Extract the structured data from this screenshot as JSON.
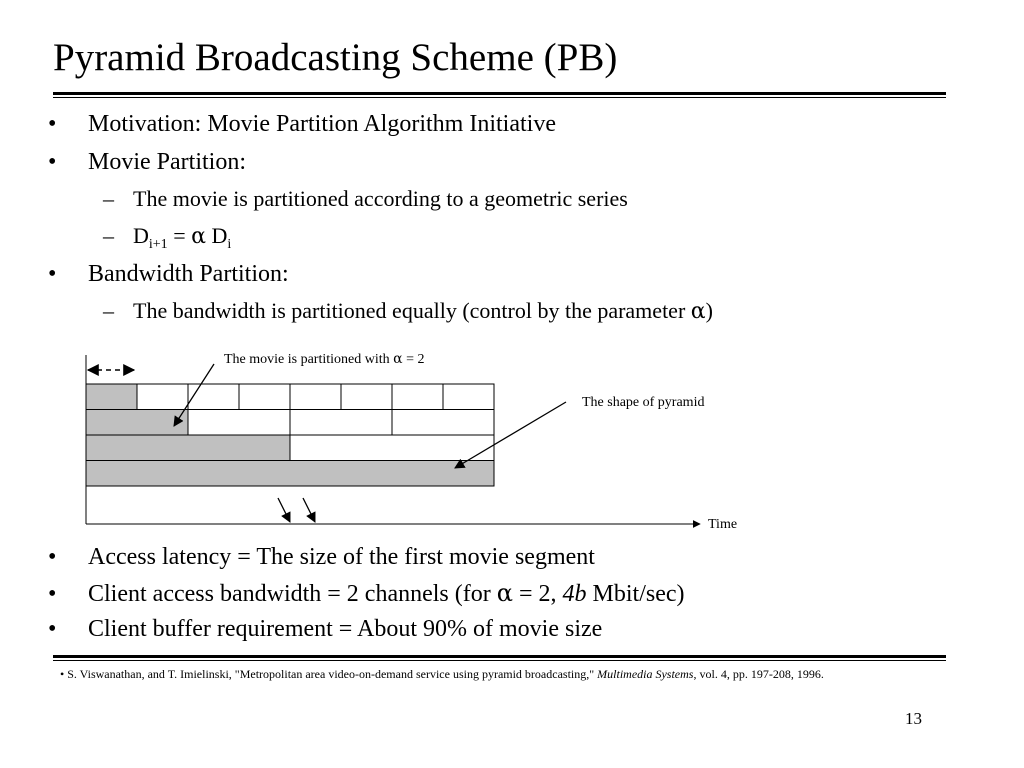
{
  "slide": {
    "title": "Pyramid Broadcasting Scheme (PB)",
    "page_number": "13"
  },
  "bullets": {
    "b1": {
      "marker": "•",
      "text": "Motivation: Movie Partition Algorithm Initiative"
    },
    "b2": {
      "marker": "•",
      "text": "Movie Partition:"
    },
    "b2_sub1": {
      "marker": "–",
      "text": "The movie is partitioned according to a geometric series"
    },
    "b2_sub2": {
      "marker": "–",
      "d": "D",
      "sub_i1": "i+1",
      "eq": " = ",
      "alpha": "α",
      "space": " ",
      "d2": "D",
      "sub_i": "i"
    },
    "b3": {
      "marker": "•",
      "text": "Bandwidth Partition:"
    },
    "b3_sub1": {
      "marker": "–",
      "text_before": "The bandwidth is partitioned equally (control by the parameter ",
      "alpha": "α",
      "text_after": ")"
    },
    "b4": {
      "marker": "•",
      "text": "Access latency = The size of the first movie segment"
    },
    "b5": {
      "marker": "•",
      "text_before": "Client access bandwidth = 2 channels (for ",
      "alpha": "α",
      "mid": " = 2, ",
      "italic": "4b",
      "text_after": " Mbit/sec)"
    },
    "b6": {
      "marker": "•",
      "text": "Client buffer requirement = About 90% of movie size"
    }
  },
  "diagram": {
    "label_partition_before": "The movie is partitioned with ",
    "label_partition_alpha": "α",
    "label_partition_after": " = 2",
    "label_pyramid": "The shape of pyramid",
    "label_time": "Time",
    "fill_color": "#c0c0c0",
    "channels": [
      {
        "segments": 8,
        "shaded_index": 0
      },
      {
        "segments": 4,
        "shaded_index": 0
      },
      {
        "segments": 2,
        "shaded_index": 0
      },
      {
        "segments": 1,
        "shaded_index": 0
      }
    ]
  },
  "footnote": {
    "text_before": "• S. Viswanathan, and T. Imielinski, \"Metropolitan area video-on-demand service using pyramid broadcasting,\" ",
    "journal": "Multimedia Systems",
    "text_after": ", vol. 4, pp. 197-208, 1996."
  }
}
